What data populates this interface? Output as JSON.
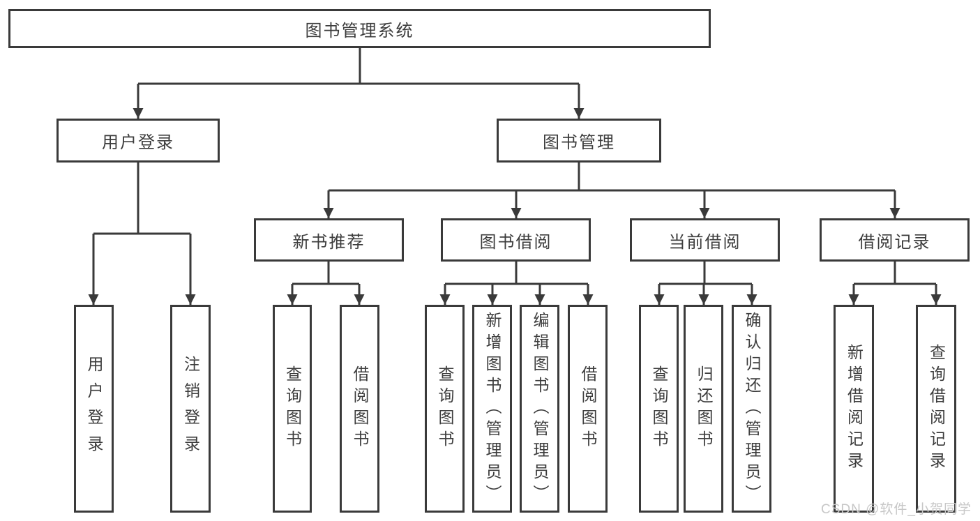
{
  "colors": {
    "line": "#3a3a3a",
    "text": "#3d3d3d",
    "background": "#ffffff",
    "watermark_text": "#c7c7c7"
  },
  "watermark": {
    "text": "CSDN @软件_小贺同学"
  },
  "tree": {
    "root": {
      "label": "图书管理系统"
    },
    "branches": [
      {
        "label": "用户登录",
        "children": [
          {
            "label": "用户登录"
          },
          {
            "label": "注销登录"
          }
        ]
      },
      {
        "label": "图书管理",
        "children": [
          {
            "label": "新书推荐",
            "children": [
              {
                "label": "查询图书"
              },
              {
                "label": "借阅图书"
              }
            ]
          },
          {
            "label": "图书借阅",
            "children": [
              {
                "label": "查询图书"
              },
              {
                "label": "新增图书（管理员）"
              },
              {
                "label": "编辑图书（管理员）"
              },
              {
                "label": "借阅图书"
              }
            ]
          },
          {
            "label": "当前借阅",
            "children": [
              {
                "label": "查询图书"
              },
              {
                "label": "归还图书"
              },
              {
                "label": "确认归还（管理员）"
              }
            ]
          },
          {
            "label": "借阅记录",
            "children": [
              {
                "label": "新增借阅记录"
              },
              {
                "label": "查询借阅记录"
              }
            ]
          }
        ]
      }
    ]
  }
}
